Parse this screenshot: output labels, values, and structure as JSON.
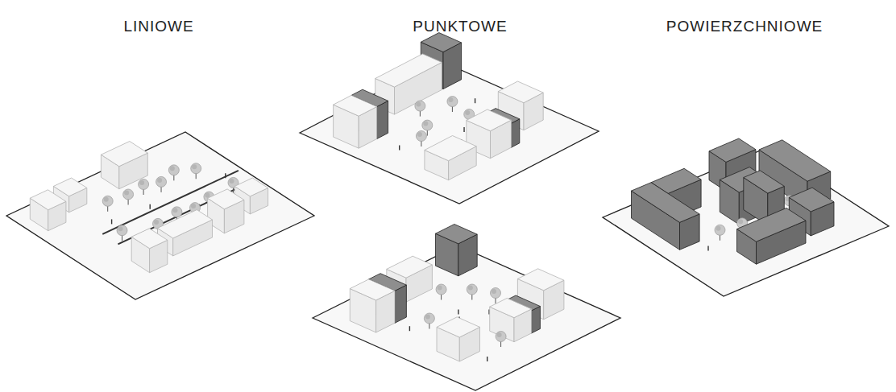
{
  "diagram": {
    "labels": [
      "LINIOWE",
      "PUNKTOWE",
      "POWIERZCHNIOWE"
    ]
  }
}
